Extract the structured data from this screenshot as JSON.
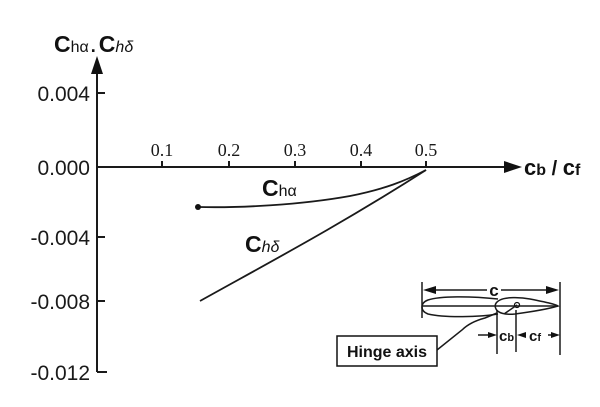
{
  "chart_data": {
    "type": "line",
    "title": "",
    "ylabel": "Chα , Chδ",
    "xlabel": "cb / cf",
    "ylim": [
      -0.012,
      0.004
    ],
    "xlim": [
      0.0,
      0.5
    ],
    "grid": false,
    "yticks": [
      "0.004",
      "0.000",
      "-0.004",
      "-0.008",
      "-0.012"
    ],
    "xticks": [
      "0.1",
      "0.2",
      "0.3",
      "0.4",
      "0.5"
    ],
    "series": [
      {
        "name": "Chα",
        "x": [
          0.155,
          0.2,
          0.3,
          0.4,
          0.5
        ],
        "y": [
          -0.0022,
          -0.0022,
          -0.0019,
          -0.0014,
          0.0
        ]
      },
      {
        "name": "Chδ",
        "x": [
          0.155,
          0.2,
          0.3,
          0.4,
          0.5
        ],
        "y": [
          -0.008,
          -0.0072,
          -0.0048,
          -0.0025,
          0.0
        ]
      }
    ],
    "annotations": [
      {
        "text": "Chα",
        "near": "upper curve"
      },
      {
        "text": "Chδ",
        "near": "lower curve"
      }
    ],
    "inset": {
      "description": "Airfoil with flap showing chord c, balance chord cb, flap chord cf and hinge axis",
      "labels": {
        "chord": "c",
        "balance": "cb",
        "flap": "cf",
        "hinge": "Hinge axis"
      }
    }
  },
  "labels": {
    "y_axis": {
      "main1": "C",
      "sub1": "hα",
      "sep": ".",
      "main2": "C",
      "sub2": "hδ"
    },
    "x_axis": {
      "main1": "c",
      "sub1": "b",
      "sep": " / ",
      "main2": "c",
      "sub2": "f"
    },
    "curve_alpha": {
      "main": "C",
      "sub": "hα"
    },
    "curve_delta": {
      "main": "C",
      "sub": "hδ"
    },
    "inset_c": "c",
    "inset_cb_main": "c",
    "inset_cb_sub": "b",
    "inset_cf_main": "c",
    "inset_cf_sub": "f",
    "hinge_axis": "Hinge axis"
  }
}
